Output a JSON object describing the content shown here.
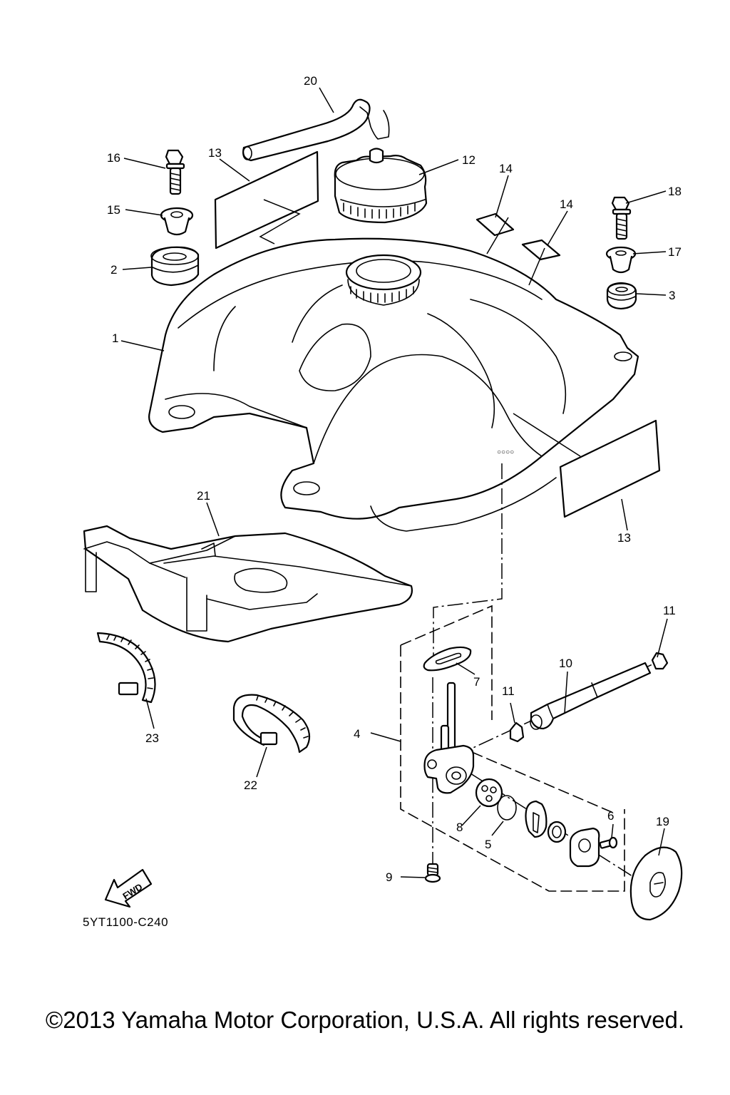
{
  "figure_code": "5YT1100-C240",
  "copyright": "©2013 Yamaha Motor Corporation, U.S.A. All rights reserved.",
  "fwd_label": "FWD",
  "callouts": {
    "c1": "1",
    "c2": "2",
    "c3": "3",
    "c4": "4",
    "c5": "5",
    "c6": "6",
    "c7": "7",
    "c8": "8",
    "c9": "9",
    "c10": "10",
    "c11a": "11",
    "c11b": "11",
    "c12": "12",
    "c13a": "13",
    "c13b": "13",
    "c14a": "14",
    "c14b": "14",
    "c15": "15",
    "c16": "16",
    "c17": "17",
    "c18": "18",
    "c19": "19",
    "c20": "20",
    "c21": "21",
    "c22": "22",
    "c23": "23"
  },
  "icons": {
    "fwd": "fwd-arrow-icon"
  }
}
